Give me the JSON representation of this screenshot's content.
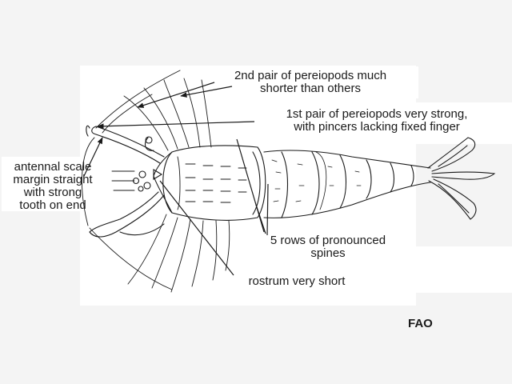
{
  "labels": {
    "pereiopods_2nd": [
      "2nd pair of pereiopods much",
      "shorter than others"
    ],
    "pereiopods_1st": [
      "1st pair of pereiopods very strong,",
      "with pincers lacking fixed finger"
    ],
    "antennal_scale": [
      "antennal scale",
      "margin straight",
      "with strong",
      "tooth on end"
    ],
    "spines": [
      "5 rows of pronounced",
      "spines"
    ],
    "rostrum": "rostrum very short"
  },
  "credit": "FAO",
  "colors": {
    "ink": "#1a1a1a",
    "background": "#f4f4f4",
    "patch": "#ffffff"
  }
}
